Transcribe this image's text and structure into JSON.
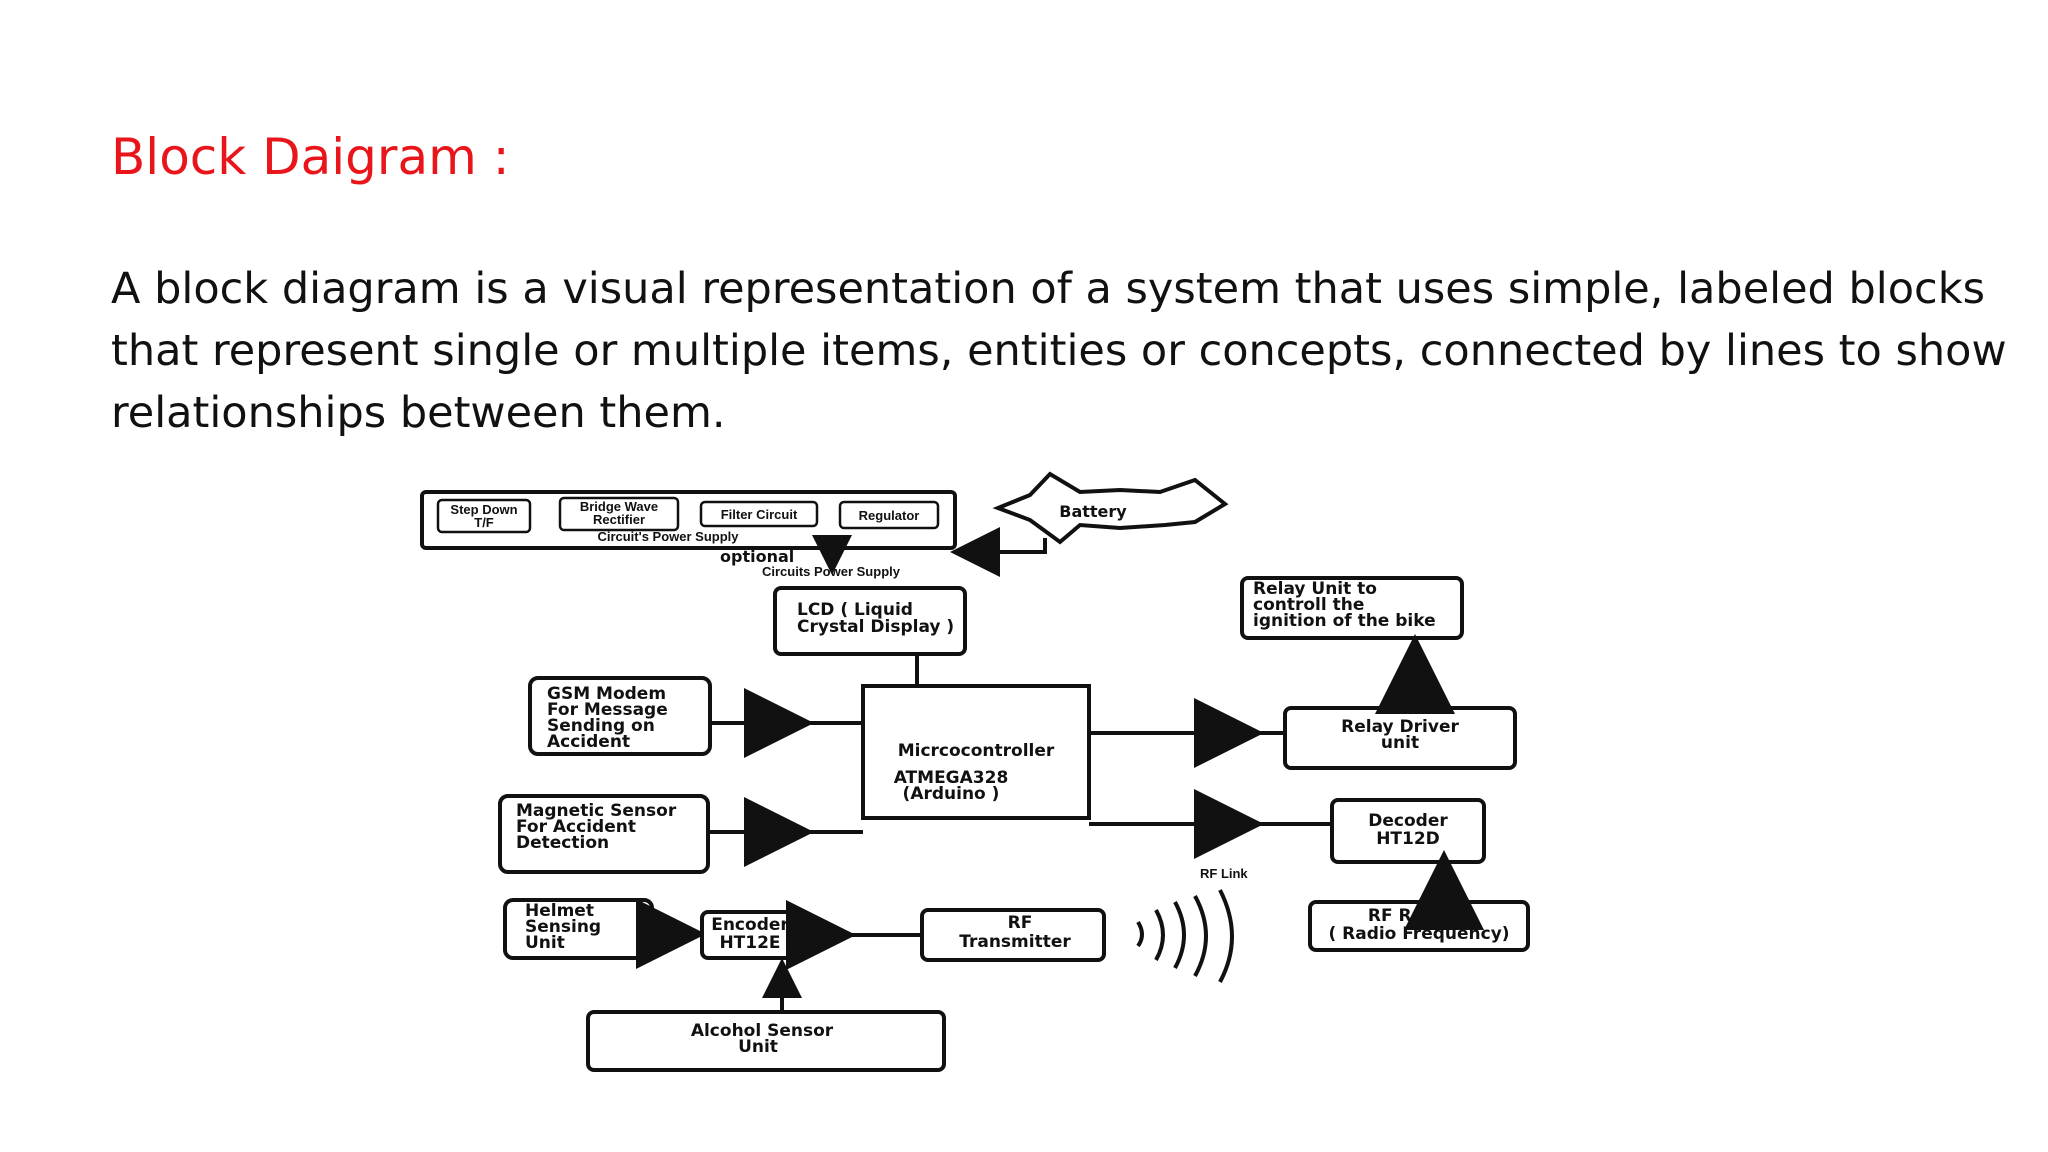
{
  "slide": {
    "title": "Block Daigram :",
    "body": "A block diagram is a visual representation of a system that uses simple, labeled blocks that represent single or multiple items, entities or concepts, connected by lines to show relationships between them."
  },
  "colors": {
    "title": "#e8151b",
    "text": "#111111",
    "background": "#ffffff"
  },
  "diagram": {
    "power_supply": {
      "step_down_1": "Step Down",
      "step_down_2": "T/F",
      "bridge_1": "Bridge Wave",
      "bridge_2": "Rectifier",
      "filter": "Filter Circuit",
      "regulator": "Regulator",
      "caption": "Circuit's Power Supply"
    },
    "battery": "Battery",
    "optional": "optional",
    "circuits_power_supply": "Circuits Power Supply",
    "lcd_1": "LCD ( Liquid",
    "lcd_2": "Crystal Display )",
    "relay_unit_1": "Relay Unit to",
    "relay_unit_2": "controll the",
    "relay_unit_3": "ignition of the bike",
    "gsm_1": "GSM Modem",
    "gsm_2": "For Message",
    "gsm_3": "Sending on",
    "gsm_4": "Accident",
    "mcu_1": "Micrcocontroller",
    "mcu_2": "ATMEGA328",
    "mcu_3": "(Arduino )",
    "relay_driver_1": "Relay Driver",
    "relay_driver_2": "unit",
    "magnetic_1": "Magnetic Sensor",
    "magnetic_2": "For Accident",
    "magnetic_3": "Detection",
    "decoder_1": "Decoder",
    "decoder_2": "HT12D",
    "rf_link": "RF Link",
    "helmet_1": "Helmet",
    "helmet_2": "Sensing",
    "helmet_3": "Unit",
    "encoder_1": "Encoder",
    "encoder_2": "HT12E",
    "rf_tx_1": "RF",
    "rf_tx_2": "Transmitter",
    "rf_rx_1": "RF Reciver",
    "rf_rx_2": "( Radio Frequency)",
    "alcohol_1": "Alcohol Sensor",
    "alcohol_2": "Unit"
  }
}
